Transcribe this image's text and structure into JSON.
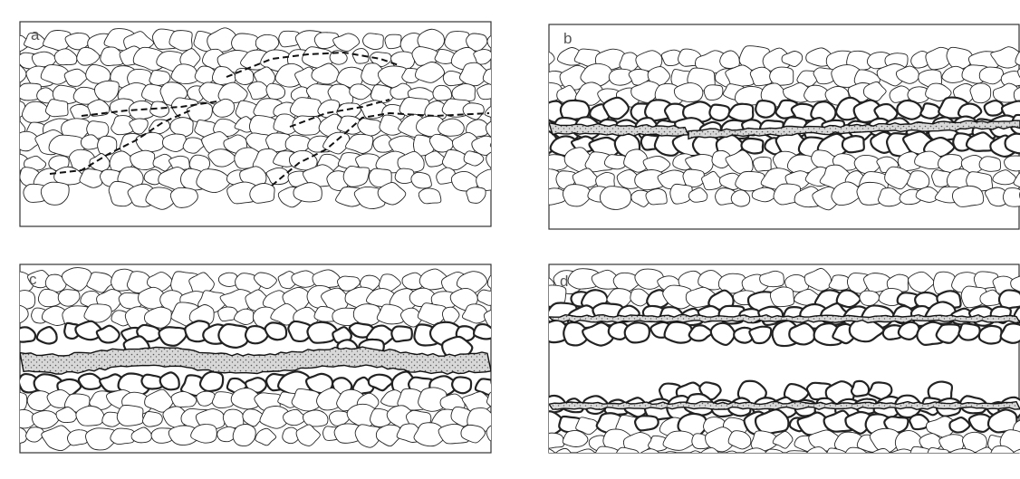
{
  "panels": [
    {
      "label": "a"
    },
    {
      "label": "b"
    },
    {
      "label": "c"
    },
    {
      "label": "d"
    }
  ],
  "colors": {
    "grain_stroke": "#222222",
    "frame": "#333333",
    "crack": "#111111",
    "gouge_fill": "#d8d8d8",
    "gouge_dots": "#555555",
    "page": "#ffffff"
  }
}
